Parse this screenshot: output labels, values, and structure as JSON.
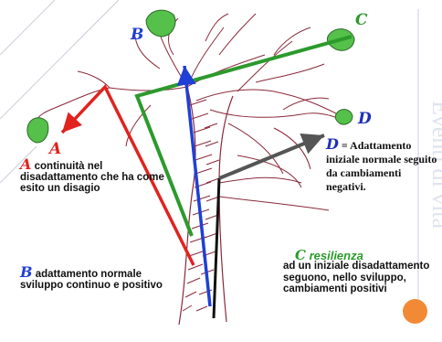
{
  "labels": {
    "a": "A",
    "b": "B",
    "c": "C",
    "d": "D"
  },
  "text_a": {
    "letter": "A",
    "body": "continuità nel disadattamento che ha come esito un disagio"
  },
  "text_b": {
    "letter": "B",
    "body": "adattamento normale sviluppo continuo e positivo"
  },
  "text_c": {
    "letter": "C",
    "title": "resilienza",
    "body": "ad un iniziale disadattamento seguono, nello sviluppo, cambiamenti positivi"
  },
  "text_d": {
    "letter": "D",
    "body": "= Adattamento iniziale normale seguito da cambiamenti negativi."
  },
  "watermark": "Eventi di vita",
  "colors": {
    "a": "#e0231f",
    "b": "#1f3fd6",
    "c": "#2c9a2c",
    "d": "#555555",
    "baseline": "#111111",
    "tree": "#8a2a3a",
    "leaf": "#55c04a",
    "accent": "#f28a35"
  }
}
